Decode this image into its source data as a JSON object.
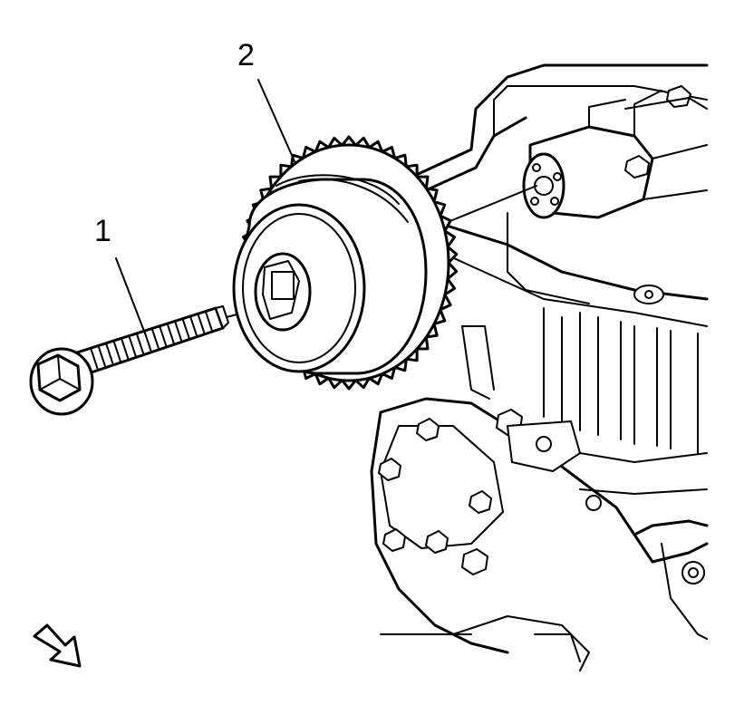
{
  "diagram": {
    "callouts": [
      {
        "id": "1",
        "label": "1"
      },
      {
        "id": "2",
        "label": "2"
      }
    ],
    "icons": {
      "view_direction": "view-direction-arrow-icon"
    },
    "colors": {
      "line": "#000000",
      "background": "#ffffff"
    }
  }
}
